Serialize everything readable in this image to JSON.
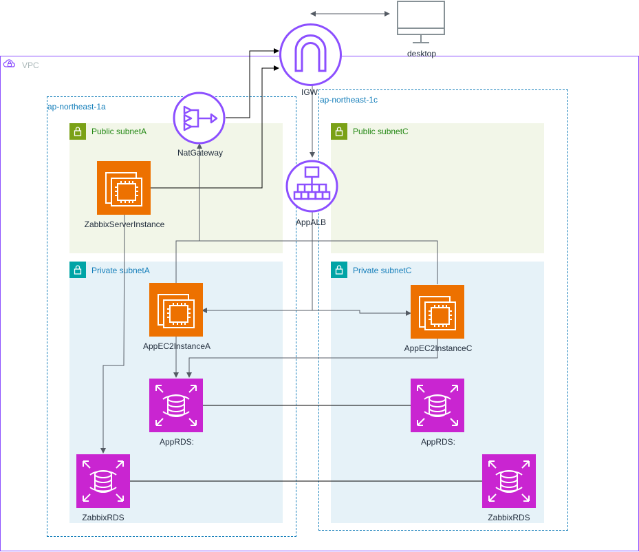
{
  "vpc": {
    "label": "VPC"
  },
  "zones": {
    "a": {
      "label": "ap-northeast-1a"
    },
    "c": {
      "label": "ap-northeast-1c"
    }
  },
  "subnets": {
    "public_a": {
      "label": "Public subnetA"
    },
    "public_c": {
      "label": "Public subnetC"
    },
    "private_a": {
      "label": "Private subnetA"
    },
    "private_c": {
      "label": "Private subnetC"
    }
  },
  "nodes": {
    "desktop": {
      "label": "desktop",
      "icon": "desktop-icon"
    },
    "igw": {
      "label": "IGW",
      "icon": "internet-gateway-icon"
    },
    "nat": {
      "label": "NatGateway",
      "icon": "nat-gateway-icon"
    },
    "alb": {
      "label": "AppALB",
      "icon": "load-balancer-icon"
    },
    "zabbix_server": {
      "label": "ZabbixServerInstance",
      "icon": "ec2-instance-icon"
    },
    "app_ec2_a": {
      "label": "AppEC2InstanceA",
      "icon": "ec2-instance-icon"
    },
    "app_ec2_c": {
      "label": "AppEC2InstanceC",
      "icon": "ec2-instance-icon"
    },
    "app_rds_a": {
      "label": "AppRDS:",
      "icon": "rds-database-icon"
    },
    "app_rds_c": {
      "label": "AppRDS:",
      "icon": "rds-database-icon"
    },
    "zabbix_rds_a": {
      "label": "ZabbixRDS",
      "icon": "rds-database-icon"
    },
    "zabbix_rds_c": {
      "label": "ZabbixRDS",
      "icon": "rds-database-icon"
    }
  },
  "colors": {
    "vpc_border": "#8c4fff",
    "zone_border": "#147eba",
    "public_subnet_bg": "#f2f6e8",
    "public_subnet_accent": "#7aa116",
    "private_subnet_bg": "#e6f2f8",
    "private_subnet_accent": "#00a4a6",
    "ec2": "#ed7100",
    "rds": "#c925d1",
    "network_icon": "#8c4fff"
  }
}
